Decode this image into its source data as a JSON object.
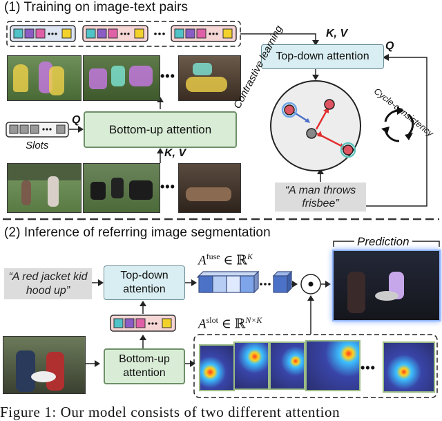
{
  "section1": {
    "title": "(1) Training on image-text pairs",
    "kv_top": "K, V",
    "q_top": "Q",
    "top_down": "Top-down attention",
    "bottom_up": "Bottom-up attention",
    "q_left": "Q",
    "kv_bottom": "K, V",
    "slots": "Slots",
    "contrastive": "Contrastive learning",
    "cycle": "Cycle-consistency",
    "quote": "“A man throws frisbee”",
    "ellipsis": "•••"
  },
  "section2": {
    "title": "(2) Inference of referring image segmentation",
    "quote": "“A red jacket kid hood up”",
    "top_down": "Top-down attention",
    "bottom_up": "Bottom-up attention",
    "fuse_sym": "A",
    "fuse_sup": "fuse",
    "fuse_rest": " ∈ ℝ",
    "fuse_exp": "K",
    "slot_sym": "A",
    "slot_sup": "slot",
    "slot_rest": " ∈ ℝ",
    "slot_exp": "N×K",
    "prediction": "Prediction",
    "ellipsis": "•••"
  },
  "caption": "Figure 1:  Our model consists of two different attention",
  "colors": {
    "slot_cyan": "#4fc3c8",
    "slot_purple": "#8a5cc4",
    "slot_pink": "#e060a8",
    "slot_yellow": "#f2d12a",
    "green_box": "#d9edd6",
    "teal_box": "#d9eef2",
    "slot_strip_pink": "#f6d5d5",
    "fuse_blue": "#6f95d6",
    "highlight_glow": "#8fb3ff"
  }
}
